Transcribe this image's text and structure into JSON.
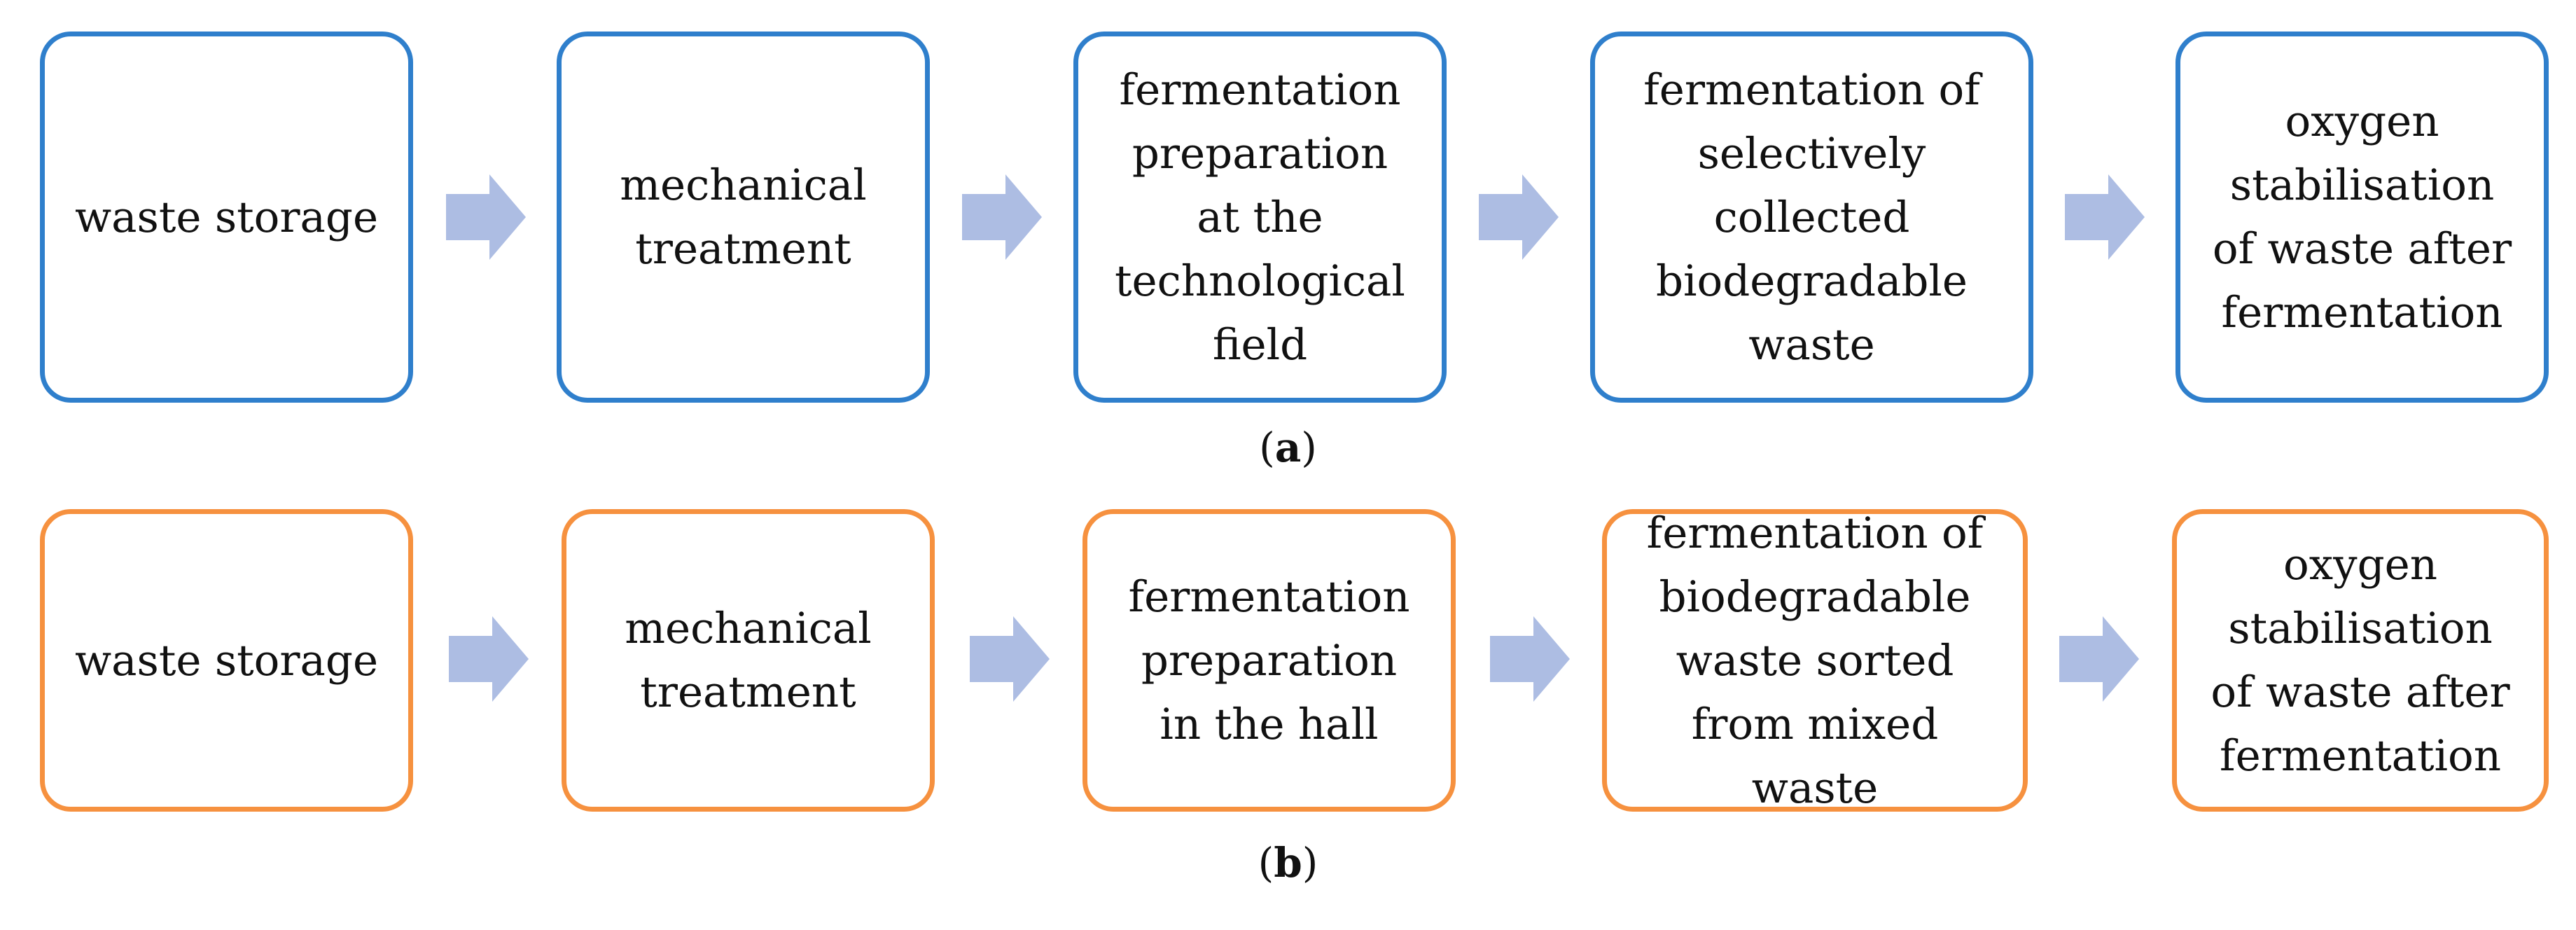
{
  "colors": {
    "row_a_border": "#2f7fcc",
    "row_b_border": "#f6913f",
    "arrow_fill": "#adbde3"
  },
  "arrow_icon": "right-block-arrow",
  "row_a": {
    "steps": [
      "waste storage",
      "mechanical\ntreatment",
      "fermentation\npreparation\nat the\ntechnological\nfield",
      "fermentation of\nselectively\ncollected\nbiodegradable\nwaste",
      "oxygen\nstabilisation\nof waste after\nfermentation"
    ],
    "caption": {
      "open": "(",
      "label": "a",
      "close": ")"
    }
  },
  "row_b": {
    "steps": [
      "waste storage",
      "mechanical\ntreatment",
      "fermentation\npreparation\nin the hall",
      "fermentation of\nbiodegradable\nwaste sorted\nfrom mixed\nwaste",
      "oxygen\nstabilisation\nof waste after\nfermentation"
    ],
    "caption": {
      "open": "(",
      "label": "b",
      "close": ")"
    }
  }
}
